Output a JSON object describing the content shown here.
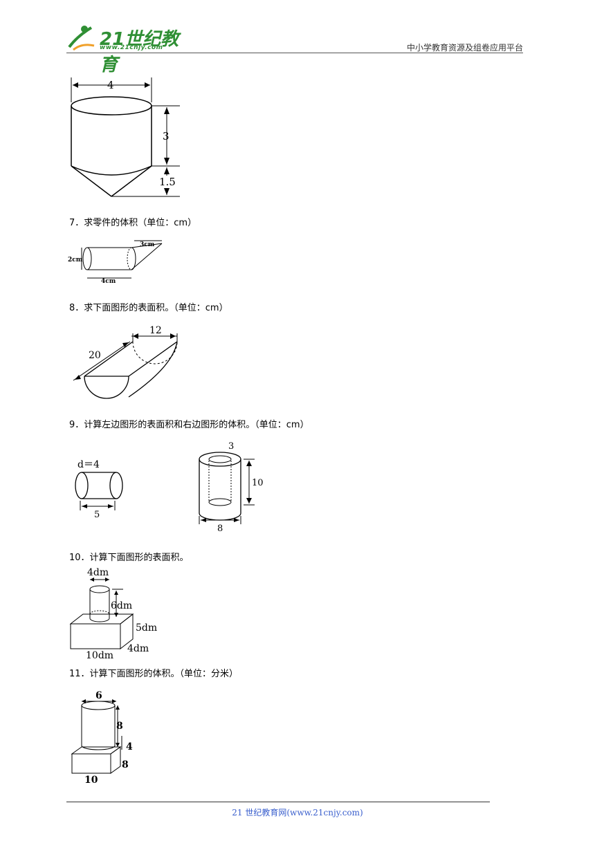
{
  "header": {
    "logo_main": "21世纪教育",
    "logo_url": "www.21cnjy.com",
    "right_text": "中小学教育资源及组卷应用平台"
  },
  "fig6": {
    "top": "4",
    "h1": "3",
    "h2": "1.5"
  },
  "q7": {
    "text": "7．求零件的体积（单位：cm）",
    "labels": {
      "len": "4cm",
      "dia": "2cm",
      "cone": "3cm"
    }
  },
  "q8": {
    "text": "8．求下面图形的表面积。（单位：cm）",
    "labels": {
      "length": "20",
      "dia": "12"
    }
  },
  "q9": {
    "text": "9．计算左边图形的表面积和右边图形的体积。（单位：cm）",
    "labels": {
      "d": "d＝4",
      "len": "5",
      "inner": "3",
      "height": "10",
      "outer": "8"
    }
  },
  "q10": {
    "text": "10．计算下面图形的表面积。",
    "labels": {
      "cyl_d": "4dm",
      "cyl_h": "6dm",
      "box_h": "5dm",
      "box_w": "4dm",
      "box_l": "10dm"
    }
  },
  "q11": {
    "text": "11．计算下面图形的体积。（单位：分米）",
    "labels": {
      "cyl_d": "6",
      "cyl_h": "8",
      "box_h": "4",
      "box_w": "8",
      "box_l": "10"
    }
  },
  "footer": {
    "text": "21 世纪教育网(www.21cnjy.com)"
  }
}
